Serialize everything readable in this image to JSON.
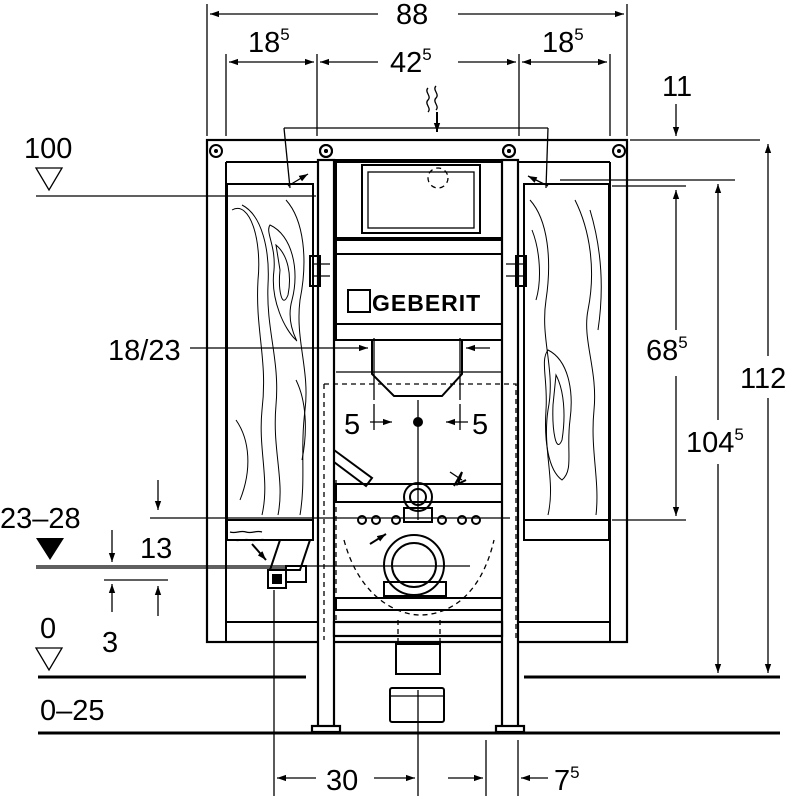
{
  "dimensions": {
    "overall_width": "88",
    "left_section": "18",
    "left_section_sup": "5",
    "middle_section": "42",
    "middle_section_sup": "5",
    "right_section": "18",
    "right_section_sup": "5",
    "top_offset": "11",
    "board_height": "68",
    "board_height_sup": "5",
    "frame_height": "104",
    "frame_height_sup": "5",
    "total_height": "112",
    "floor_range": "0–25",
    "drain_spacing": "30",
    "foot_offset": "7",
    "foot_offset_sup": "5",
    "side_offset_left": "5",
    "side_offset_right": "5",
    "pipe_diameter": "18/23",
    "cistern_level": "13",
    "outlet_offset": "3"
  },
  "levels": {
    "level_100": "100",
    "level_23_28": "23–28",
    "level_0": "0"
  },
  "brand": {
    "logo": "GEBERIT"
  }
}
